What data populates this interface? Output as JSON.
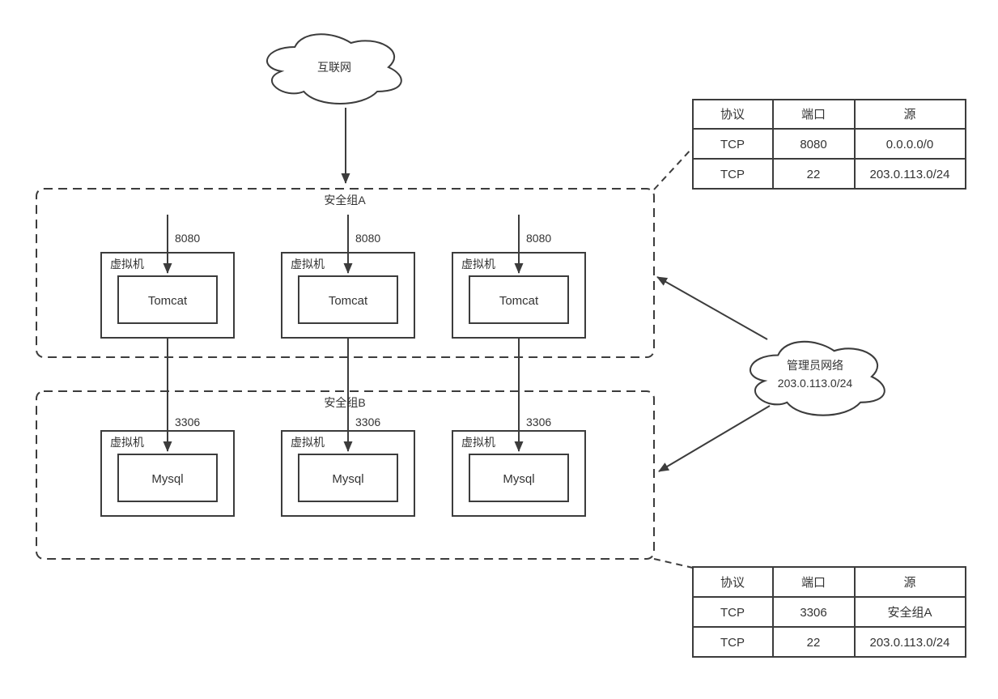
{
  "colors": {
    "stroke": "#3c3c3c",
    "text": "#333333",
    "background": "#ffffff"
  },
  "internet_cloud": {
    "label": "互联网"
  },
  "admin_cloud": {
    "name": "管理员网络",
    "cidr": "203.0.113.0/24"
  },
  "group_a": {
    "label": "安全组A",
    "vms": [
      {
        "label": "虚拟机",
        "app": "Tomcat",
        "port": "8080"
      },
      {
        "label": "虚拟机",
        "app": "Tomcat",
        "port": "8080"
      },
      {
        "label": "虚拟机",
        "app": "Tomcat",
        "port": "8080"
      }
    ]
  },
  "group_b": {
    "label": "安全组B",
    "vms": [
      {
        "label": "虚拟机",
        "app": "Mysql",
        "port": "3306"
      },
      {
        "label": "虚拟机",
        "app": "Mysql",
        "port": "3306"
      },
      {
        "label": "虚拟机",
        "app": "Mysql",
        "port": "3306"
      }
    ]
  },
  "table_a": {
    "headers": [
      "协议",
      "端口",
      "源"
    ],
    "rows": [
      [
        "TCP",
        "8080",
        "0.0.0.0/0"
      ],
      [
        "TCP",
        "22",
        "203.0.113.0/24"
      ]
    ]
  },
  "table_b": {
    "headers": [
      "协议",
      "端口",
      "源"
    ],
    "rows": [
      [
        "TCP",
        "3306",
        "安全组A"
      ],
      [
        "TCP",
        "22",
        "203.0.113.0/24"
      ]
    ]
  }
}
